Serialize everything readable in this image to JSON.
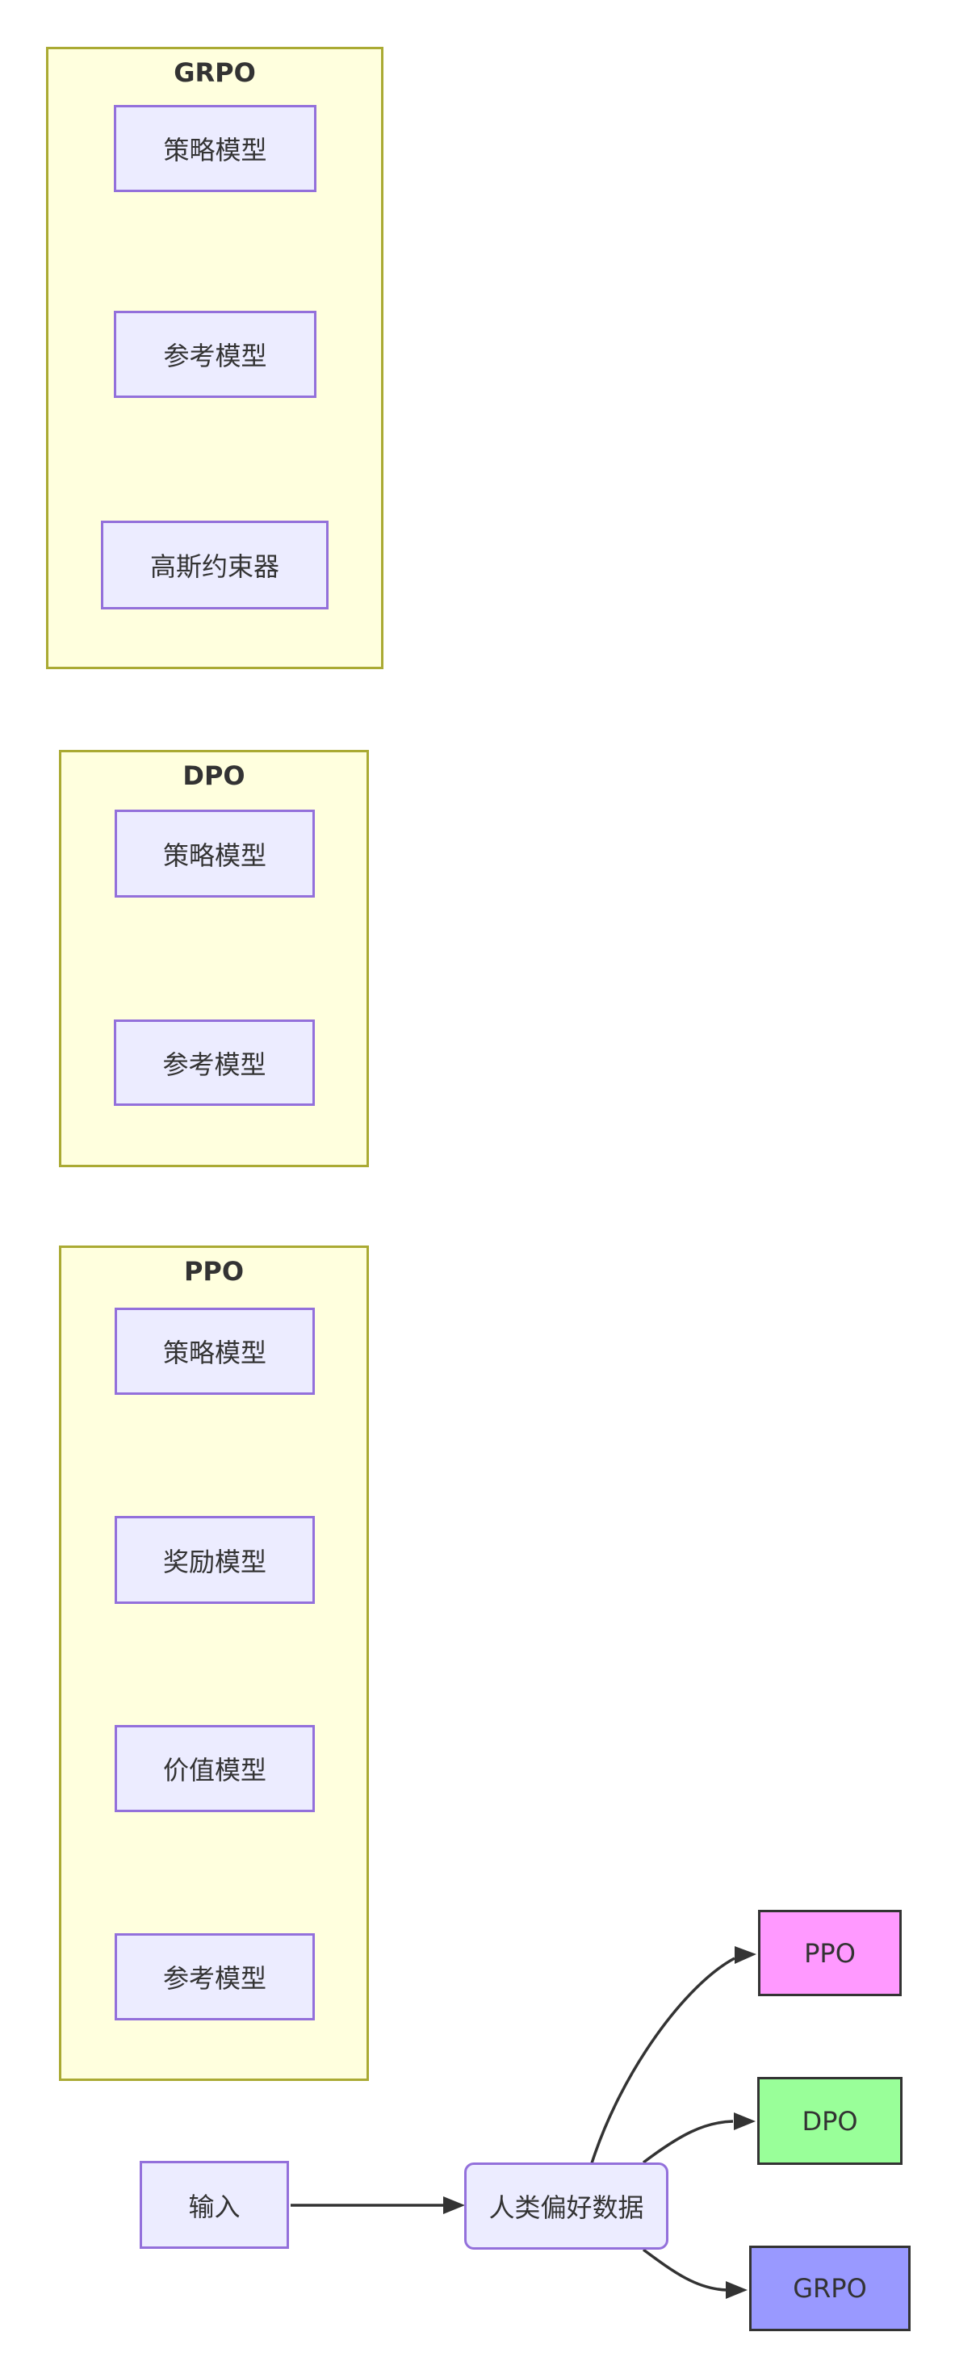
{
  "groups": [
    {
      "title": "GRPO",
      "nodes": [
        "策略模型",
        "参考模型",
        "高斯约束器"
      ]
    },
    {
      "title": "DPO",
      "nodes": [
        "策略模型",
        "参考模型"
      ]
    },
    {
      "title": "PPO",
      "nodes": [
        "策略模型",
        "奖励模型",
        "价值模型",
        "参考模型"
      ]
    }
  ],
  "flow": {
    "input_label": "输入",
    "hub_label": "人类偏好数据",
    "outputs": [
      {
        "label": "PPO",
        "fill": "#ff99ff"
      },
      {
        "label": "DPO",
        "fill": "#99ff99"
      },
      {
        "label": "GRPO",
        "fill": "#9999ff"
      }
    ]
  },
  "colors": {
    "cluster_fill": "#ffffde",
    "cluster_border": "#aaaa33",
    "node_fill": "#ececff",
    "node_border": "#9370db",
    "edge": "#333333",
    "text": "#333333"
  }
}
